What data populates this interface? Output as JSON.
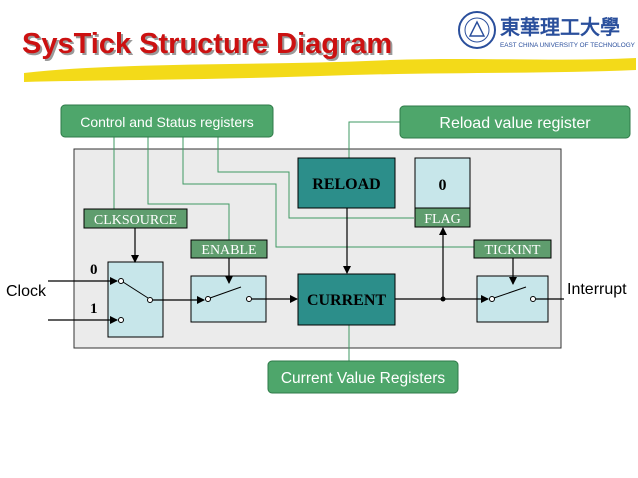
{
  "slide": {
    "title": "SysTick Structure Diagram",
    "logo_text": {
      "chinese": "東華理工大學",
      "english": "EAST CHINA UNIVERSITY OF TECHNOLOGY"
    }
  },
  "diagram": {
    "callouts": {
      "control_status": "Control and Status registers",
      "reload_register": "Reload value register",
      "current_registers": "Current Value Registers"
    },
    "registers": {
      "reload": "RELOAD",
      "current": "CURRENT",
      "flag_value": "0"
    },
    "bits": {
      "clksource": "CLKSOURCE",
      "enable": "ENABLE",
      "flag": "FLAG",
      "tickint": "TICKINT"
    },
    "mux_inputs": {
      "input_0": "0",
      "input_1": "1"
    },
    "io": {
      "clock": "Clock",
      "interrupt": "Interrupt"
    }
  },
  "colors": {
    "title_red": "#cc1111",
    "title_shadow": "#9a9a9a",
    "highlight_yellow": "#f2d600",
    "callout_green": "#4ea66b",
    "bit_green": "#5f9d6e",
    "register_teal": "#2c8e8a",
    "light_teal": "#c7e6ea",
    "panel_gray": "#ebebeb",
    "wire_green": "#3f9a63"
  }
}
